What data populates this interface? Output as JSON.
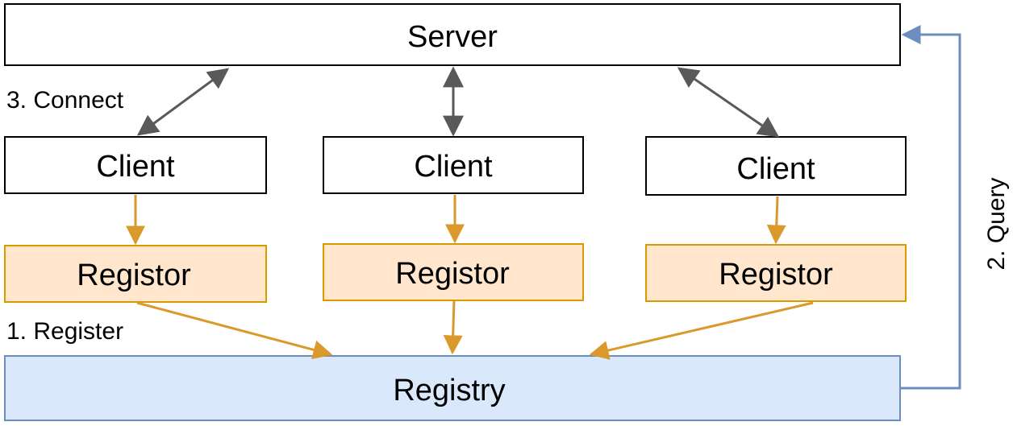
{
  "server": {
    "label": "Server"
  },
  "clients": [
    {
      "label": "Client"
    },
    {
      "label": "Client"
    },
    {
      "label": "Client"
    }
  ],
  "registors": [
    {
      "label": "Registor"
    },
    {
      "label": "Registor"
    },
    {
      "label": "Registor"
    }
  ],
  "registry": {
    "label": "Registry"
  },
  "steps": {
    "register": "1. Register",
    "query": "2. Query",
    "connect": "3. Connect"
  },
  "colors": {
    "server_fill": "#ffffff",
    "client_fill": "#ffffff",
    "registor_fill": "#ffe6cc",
    "registor_stroke": "#d79b00",
    "registry_fill": "#dae8fc",
    "registry_stroke": "#6c8ebf",
    "connect_arrow": "#595959",
    "register_arrow": "#da9a2b",
    "query_arrow": "#6c8ebf"
  }
}
